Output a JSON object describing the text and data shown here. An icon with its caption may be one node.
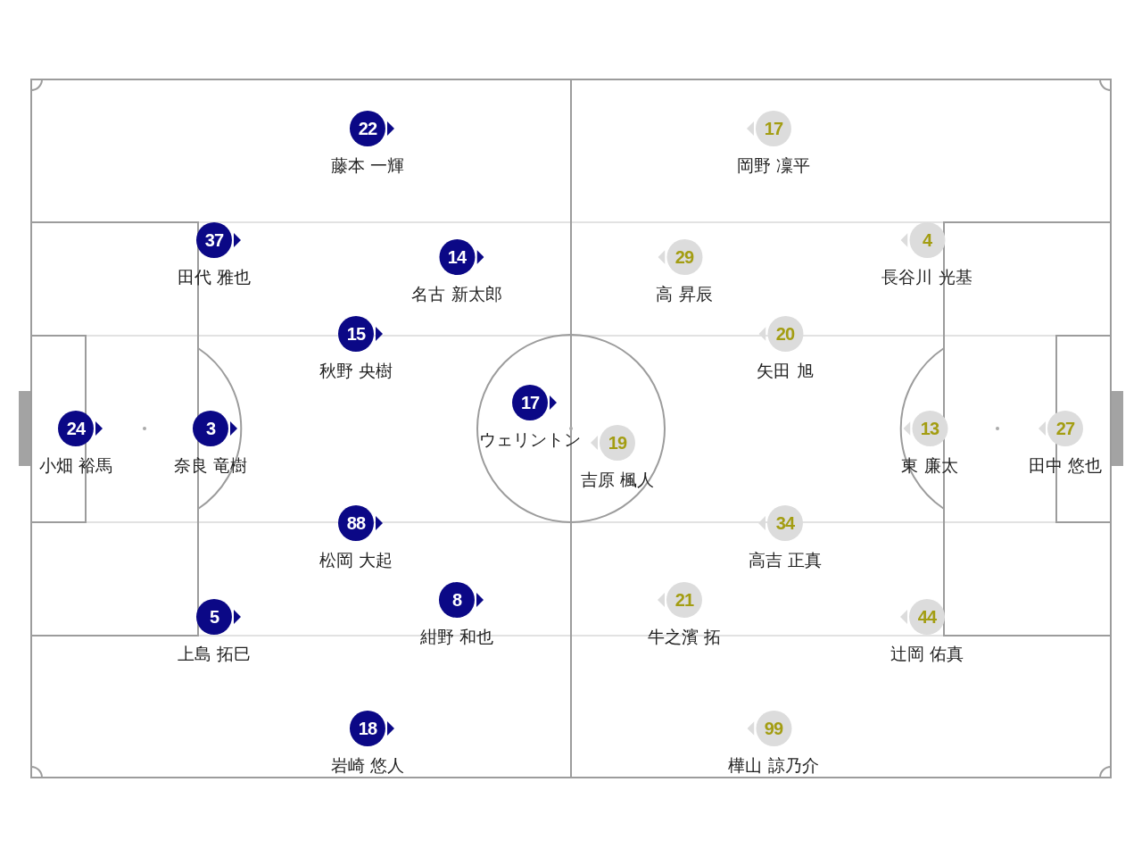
{
  "diagram": {
    "nodes": [
      {
        "text": [
          "22",
          "藤本 一輝"
        ]
      },
      {
        "text": [
          "37",
          "田代 雅也"
        ]
      },
      {
        "text": [
          "14",
          "名古 新太郎"
        ]
      },
      {
        "text": [
          "15",
          "秋野 央樹"
        ]
      },
      {
        "text": [
          "24",
          "小畑 裕馬"
        ]
      },
      {
        "text": [
          "3",
          "奈良 竜樹"
        ]
      },
      {
        "text": [
          "17",
          "ウェリントン"
        ]
      },
      {
        "text": [
          "88",
          "松岡 大起"
        ]
      },
      {
        "text": [
          "5",
          "上島 拓巳"
        ]
      },
      {
        "text": [
          "8",
          "紺野 和也"
        ]
      },
      {
        "text": [
          "18",
          "岩崎 悠人"
        ]
      },
      {
        "text": [
          "17",
          "岡野 凜平"
        ]
      },
      {
        "text": [
          "29",
          "高 昇辰"
        ]
      },
      {
        "text": [
          "4",
          "長谷川 光基"
        ]
      },
      {
        "text": [
          "20",
          "矢田 旭"
        ]
      },
      {
        "text": [
          "13",
          "東 廉太"
        ]
      },
      {
        "text": [
          "27",
          "田中 悠也"
        ]
      },
      {
        "text": [
          "19",
          "吉原 楓人"
        ]
      },
      {
        "text": [
          "34",
          "高吉 正真"
        ]
      },
      {
        "text": [
          "21",
          "牛之濱 拓"
        ]
      },
      {
        "text": [
          "44",
          "辻岡 佑真"
        ]
      },
      {
        "text": [
          "99",
          "樺山 諒乃介"
        ]
      }
    ]
  }
}
